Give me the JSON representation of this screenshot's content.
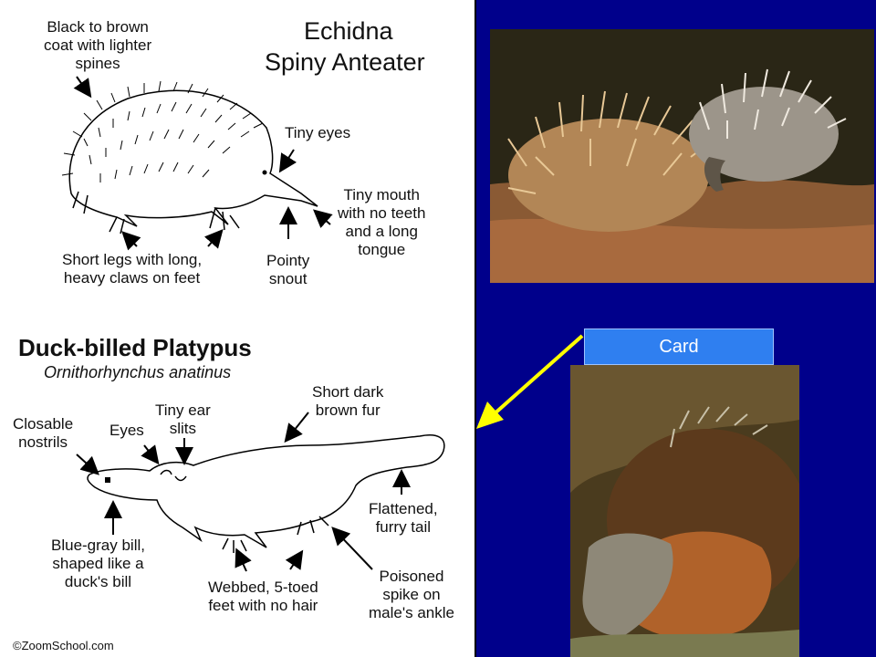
{
  "echidna": {
    "title_line1": "Echidna",
    "title_line2": "Spiny Anteater",
    "coat_line1": "Black to brown",
    "coat_line2": "coat with lighter",
    "coat_line3": "spines",
    "eyes": "Tiny eyes",
    "mouth_line1": "Tiny mouth",
    "mouth_line2": "with no teeth",
    "mouth_line3": "and a long",
    "mouth_line4": "tongue",
    "legs_line1": "Short legs with long,",
    "legs_line2": "heavy claws on feet",
    "snout_line1": "Pointy",
    "snout_line2": "snout"
  },
  "platypus": {
    "title": "Duck-billed Platypus",
    "scientific": "Ornithorhynchus anatinus",
    "fur_line1": "Short dark",
    "fur_line2": "brown fur",
    "ear_line1": "Tiny ear",
    "ear_line2": "slits",
    "eyes": "Eyes",
    "nostrils_line1": "Closable",
    "nostrils_line2": "nostrils",
    "tail_line1": "Flattened,",
    "tail_line2": "furry tail",
    "bill_line1": "Blue-gray bill,",
    "bill_line2": "shaped like a",
    "bill_line3": "duck's bill",
    "feet_line1": "Webbed, 5-toed",
    "feet_line2": "feet with no hair",
    "spike_line1": "Poisoned",
    "spike_line2": "spike on",
    "spike_line3": "male's ankle"
  },
  "credit": "©ZoomSchool.com",
  "card_label": "Card",
  "colors": {
    "background": "#00008b",
    "card": "#2f7ff0",
    "arrow": "#ffff00"
  }
}
